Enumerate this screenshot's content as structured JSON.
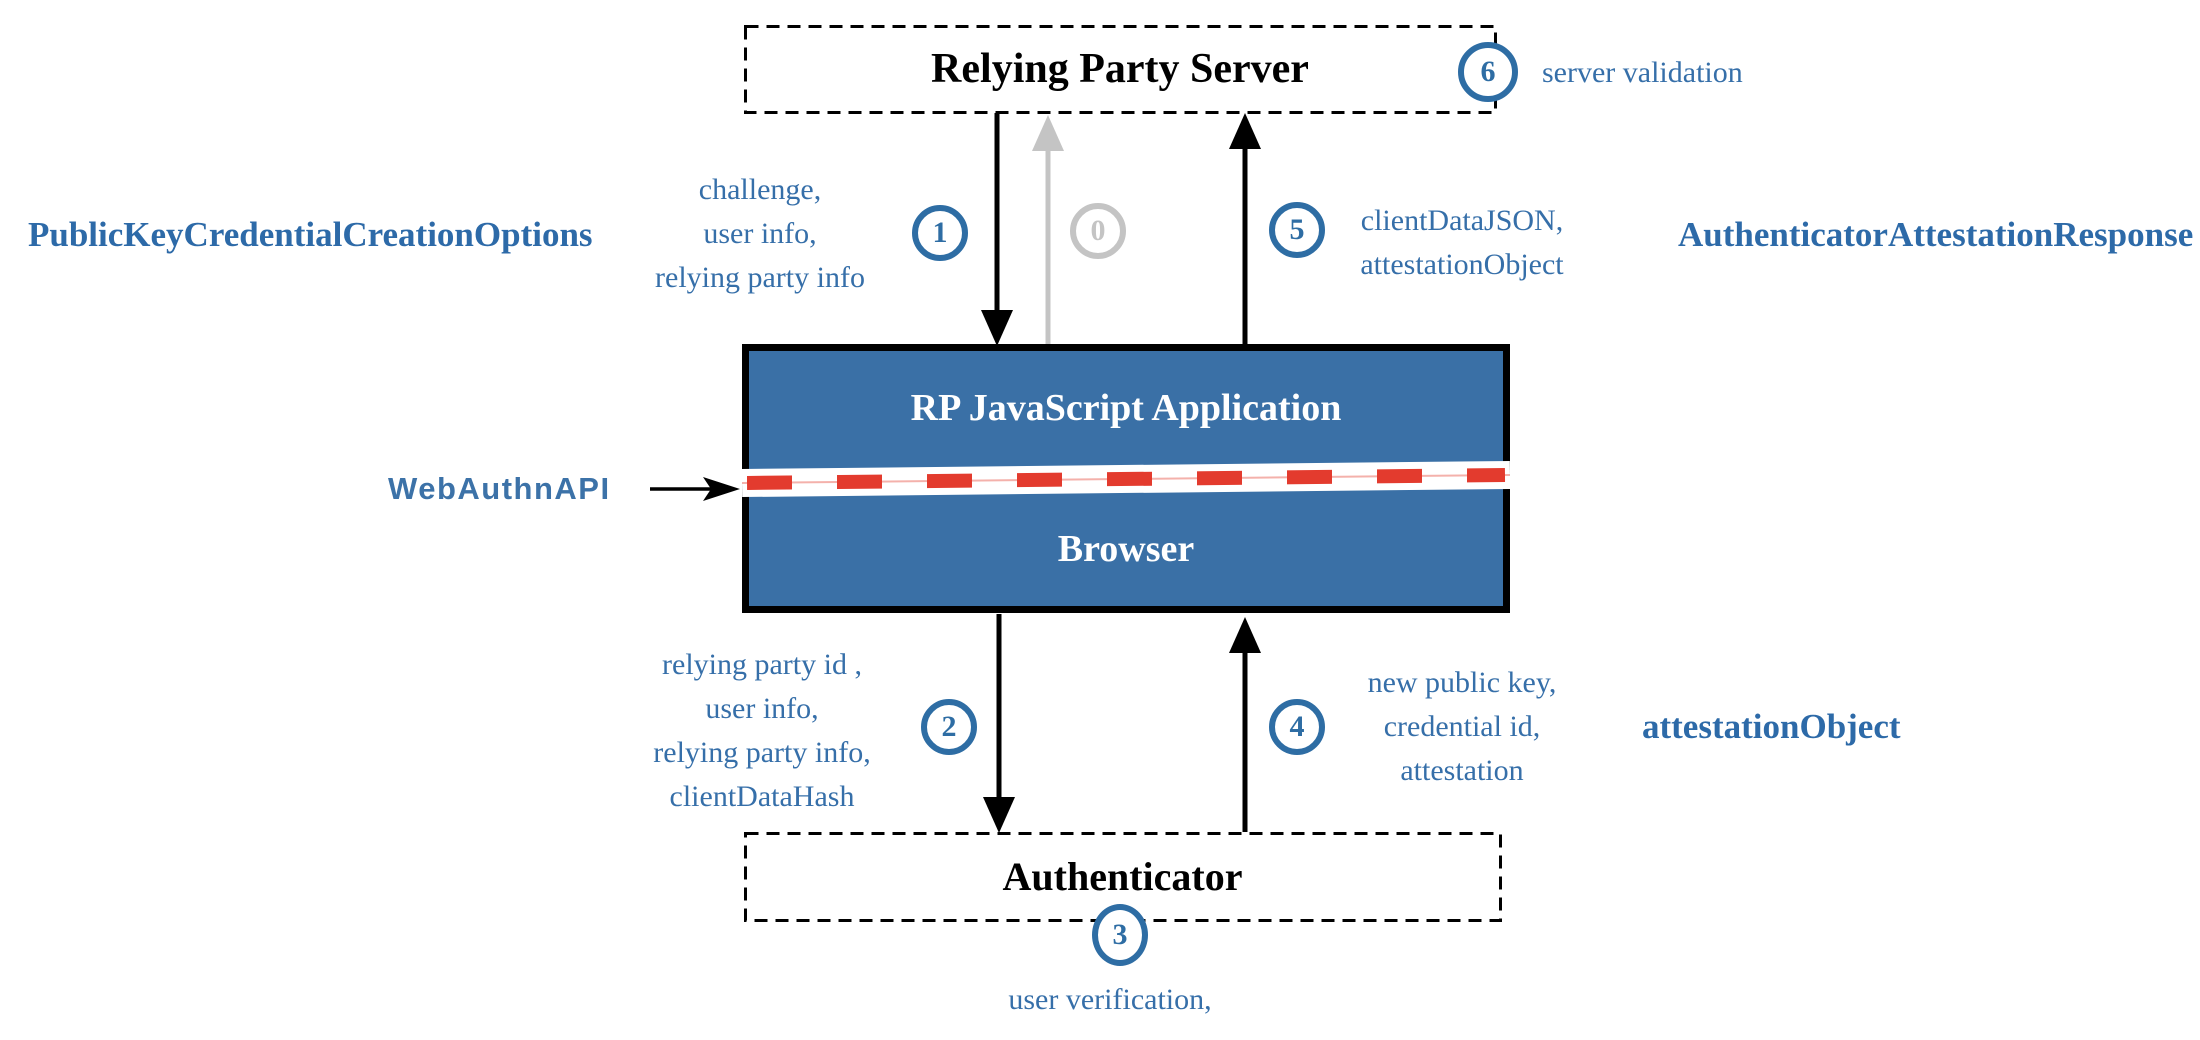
{
  "colors": {
    "accent_blue": "#2e6da4",
    "text_blue": "#366fa9",
    "bold_blue": "#2d6aa8",
    "center_box_fill": "#3a70a6",
    "dash_red": "#e33b2e",
    "inactive_gray": "#c4c4c4"
  },
  "nodes": {
    "relying_party_server": "Relying Party Server",
    "rp_js_application": "RP JavaScript Application",
    "browser": "Browser",
    "authenticator": "Authenticator"
  },
  "side_labels": {
    "webauthn_api": "WebAuthnAPI",
    "creation_options": "PublicKeyCredentialCreationOptions",
    "attestation_response": "AuthenticatorAttestationResponse",
    "attestation_object": "attestationObject"
  },
  "steps": {
    "s0": {
      "num": "0"
    },
    "s1": {
      "num": "1",
      "message": "challenge,\nuser info,\nrelying party info"
    },
    "s2": {
      "num": "2",
      "message": "relying party id ,\nuser info,\nrelying party info,\nclientDataHash"
    },
    "s3": {
      "num": "3",
      "message": "user verification,"
    },
    "s4": {
      "num": "4",
      "message": "new public key,\ncredential id,\nattestation"
    },
    "s5": {
      "num": "5",
      "message": "clientDataJSON,\nattestationObject"
    },
    "s6": {
      "num": "6",
      "message": "server validation"
    }
  }
}
